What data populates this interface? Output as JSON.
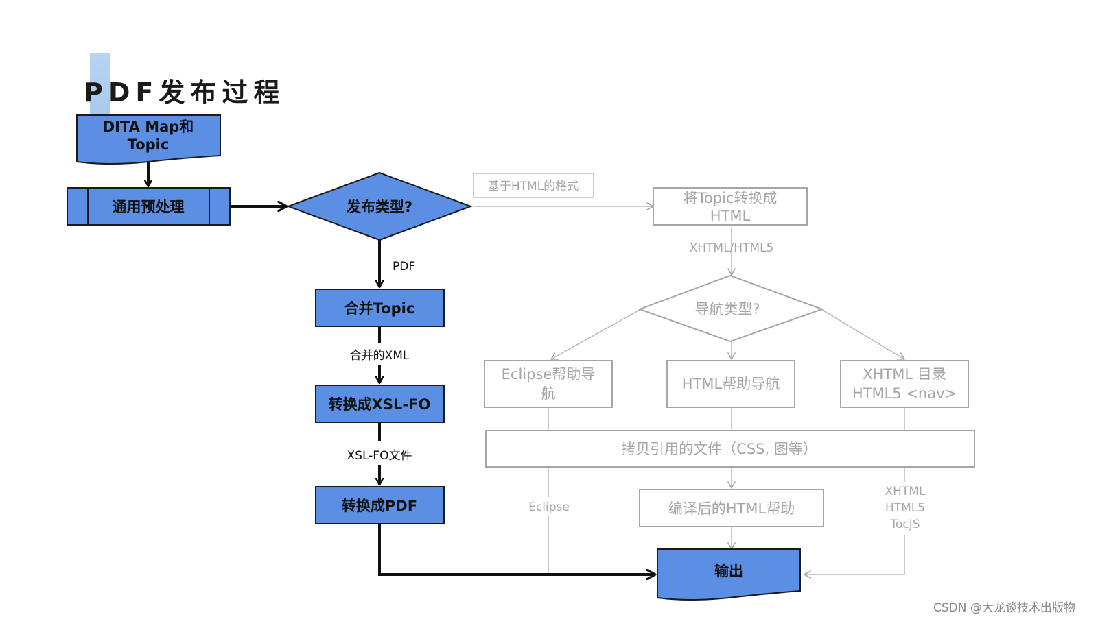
{
  "title": "PDF发布过程",
  "watermark": "CSDN @大龙谈技术出版物",
  "colors": {
    "node_fill": "#5b8fe3",
    "node_stroke": "#1a1a1a",
    "gray_stroke": "#a6a6a6",
    "gray_text": "#a6a6a6"
  },
  "nodes": {
    "dita_map": {
      "line1": "DITA Map和",
      "line2": "Topic"
    },
    "preprocess": "通用预处理",
    "publish_type": "发布类型?",
    "merge_topic": "合并Topic",
    "to_xslfo": "转换成XSL-FO",
    "to_pdf": "转换成PDF",
    "output": "输出",
    "topic_to_html": {
      "line1": "将Topic转换成",
      "line2": "HTML"
    },
    "nav_type": "导航类型?",
    "eclipse_help": {
      "line1": "Eclipse帮助导",
      "line2": "航"
    },
    "html_help": "HTML帮助导航",
    "xhtml_toc": {
      "line1": "XHTML 目录",
      "line2": "HTML5 <nav>"
    },
    "copy_files": "拷贝引用的文件（CSS, 图等）",
    "compiled_html": "编译后的HTML帮助"
  },
  "edges": {
    "html_format": "基于HTML的格式",
    "pdf": "PDF",
    "merged_xml": "合并的XML",
    "xslfo_file": "XSL-FO文件",
    "xhtml_html5": "XHTML/HTML5",
    "eclipse": "Eclipse",
    "xhtml_list": {
      "line1": "XHTML",
      "line2": "HTML5",
      "line3": "TocJS"
    }
  }
}
